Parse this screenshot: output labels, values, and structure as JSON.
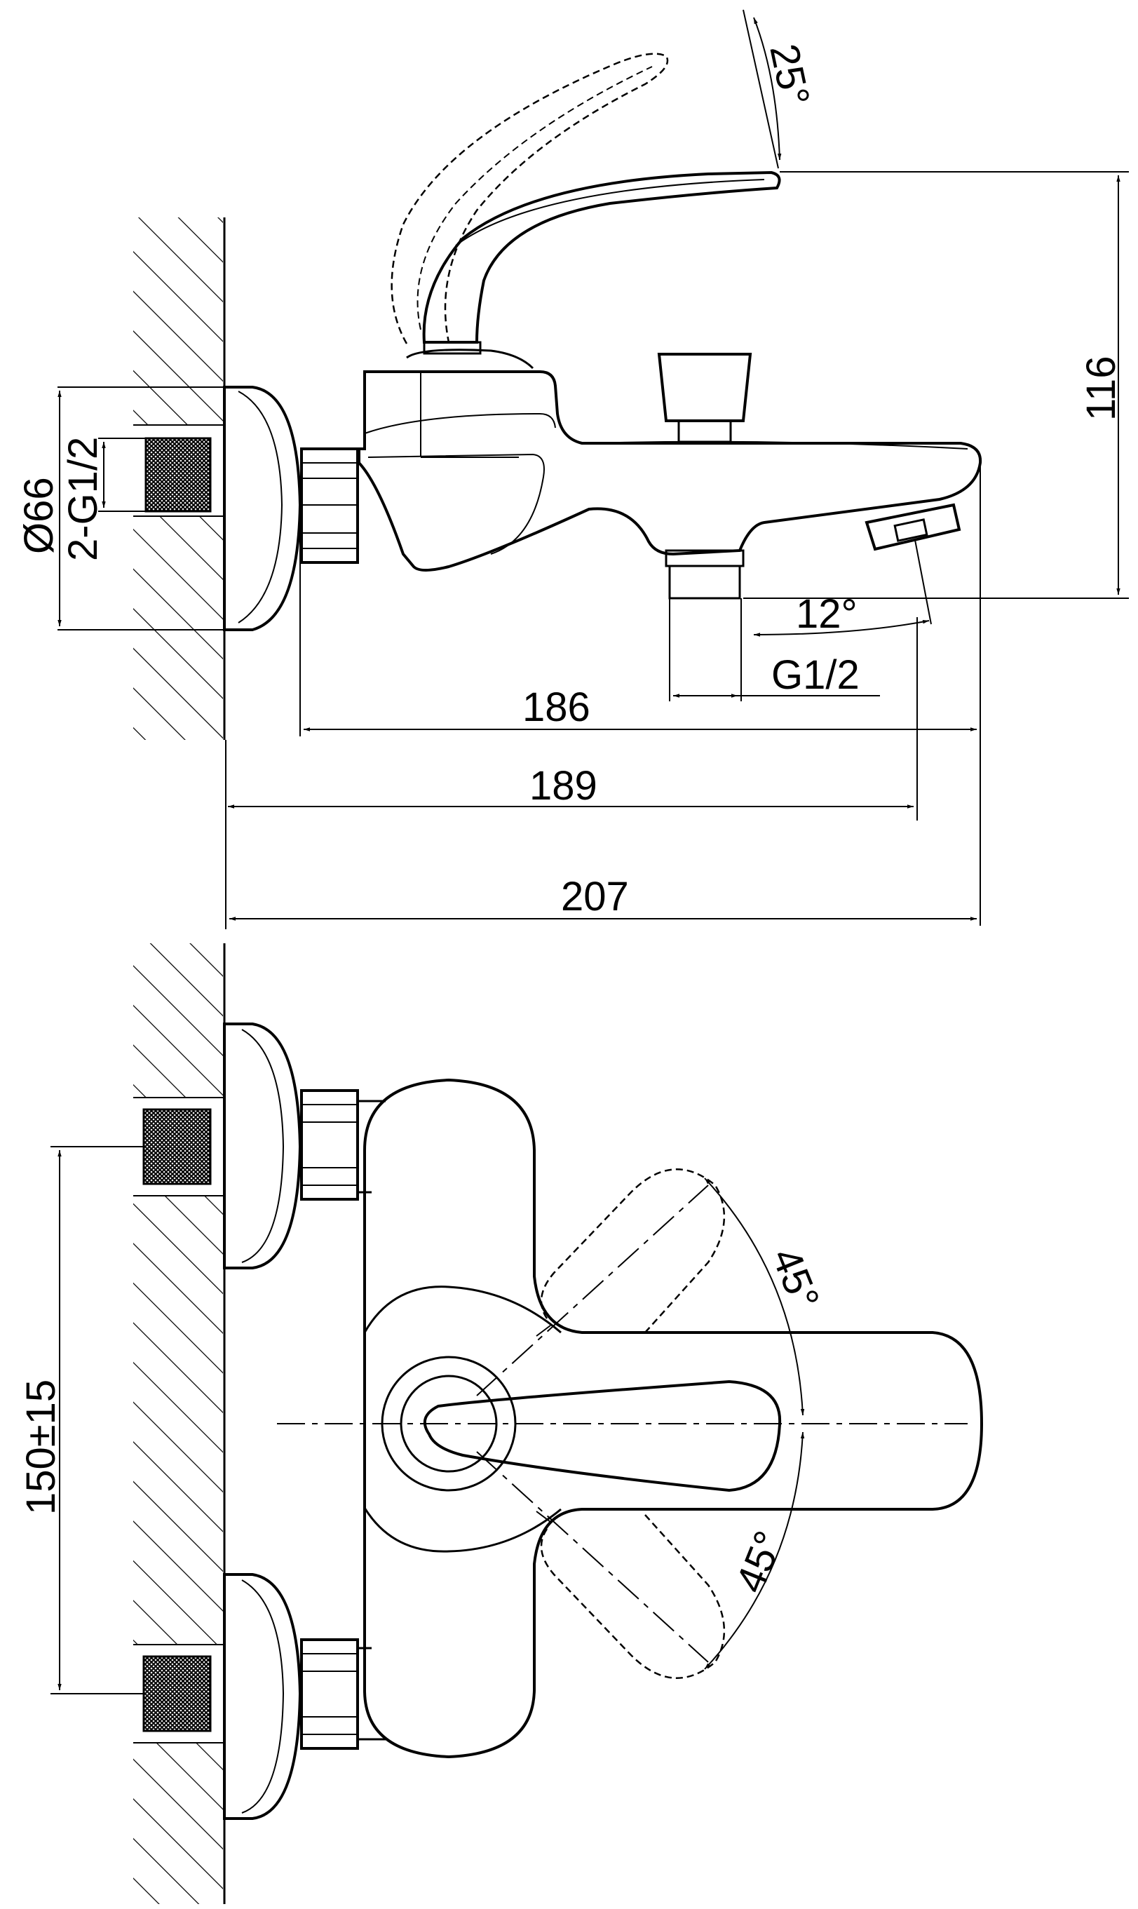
{
  "side_view": {
    "angle_top": "25°",
    "height": "116",
    "diameter": "Ø66",
    "thread_inlet": "2-G1/2",
    "angle_spout": "12°",
    "thread_outlet": "G1/2",
    "dim_186": "186",
    "dim_189": "189",
    "dim_207": "207"
  },
  "top_view": {
    "spacing": "150±15",
    "angle_upper": "45°",
    "angle_lower": "45°"
  }
}
